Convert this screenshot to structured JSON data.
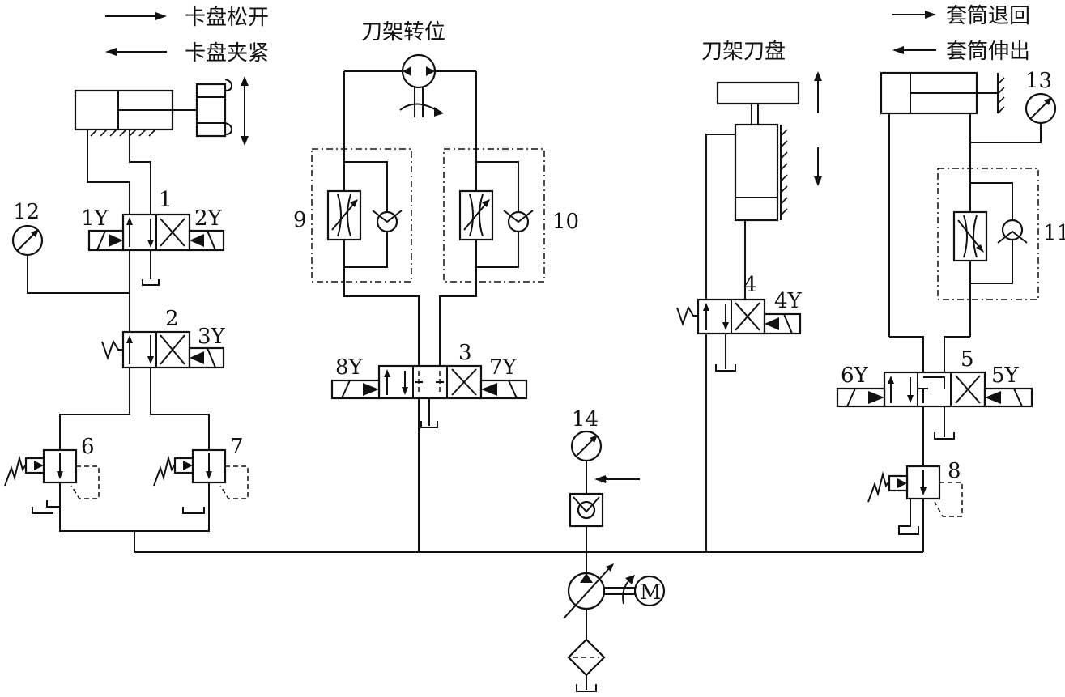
{
  "legend": {
    "chuck_release": "卡盘松开",
    "chuck_clamp": "卡盘夹紧",
    "sleeve_retract": "套筒退回",
    "sleeve_extend": "套筒伸出"
  },
  "titles": {
    "turret_index": "刀架转位",
    "turret_disc": "刀架刀盘"
  },
  "components": {
    "c1": "1",
    "c2": "2",
    "c3": "3",
    "c4": "4",
    "c5": "5",
    "c6": "6",
    "c7": "7",
    "c8": "8",
    "c9": "9",
    "c10": "10",
    "c11": "11",
    "c12": "12",
    "c13": "13",
    "c14": "14"
  },
  "solenoids": {
    "s1": "1Y",
    "s2": "2Y",
    "s3": "3Y",
    "s4": "4Y",
    "s5": "5Y",
    "s6": "6Y",
    "s7": "7Y",
    "s8": "8Y"
  },
  "pump": {
    "motor_label": "M"
  }
}
